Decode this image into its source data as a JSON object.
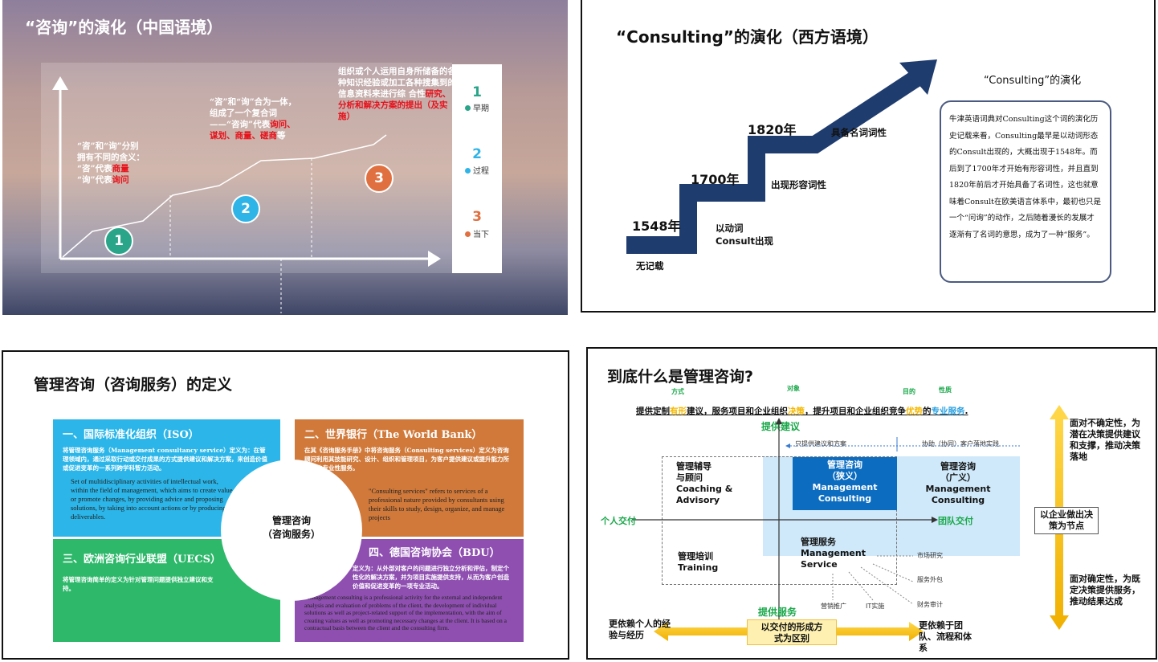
{
  "tl": {
    "title": "“咨询”的演化（中国语境）",
    "stage1": {
      "l1": "“咨”和“询”分别",
      "l2": "拥有不同的含义：",
      "l3a": "“咨”代表",
      "l3b": "商量",
      "l4a": "“询”代表",
      "l4b": "询问"
    },
    "stage2": {
      "a": "“咨”和“询”合为一体，组成了一个复合词——“咨询”代表",
      "b": "询问、谋划、商量、磋商",
      "c": "等"
    },
    "stage3": {
      "a": "组织或个人运用自身所储备的各种知识经验或加工各种搜集到的信息资料来进行综 合性",
      "b": "研究、分析和解决方案的提出（及实施）"
    },
    "circles": [
      "1",
      "2",
      "3"
    ],
    "legend": [
      {
        "num": "1",
        "label": "早期",
        "color": "#2aa58a"
      },
      {
        "num": "2",
        "label": "过程",
        "color": "#2fb4e8"
      },
      {
        "num": "3",
        "label": "当下",
        "color": "#e07040"
      }
    ]
  },
  "tr": {
    "title": "“Consulting”的演化（西方语境）",
    "years": [
      "1548年",
      "1700年",
      "1820年"
    ],
    "labels": {
      "none": "无记载",
      "verb1": "以动词",
      "verb2": "Consult出现",
      "adj": "出现形容词性",
      "noun": "具备名词词性"
    },
    "box_title": "“Consulting”的演化",
    "box_text": "牛津英语词典对Consulting这个词的演化历史记载来看，Consulting最早是以动词形态的Consult出现的，大概出现于1548年。而后到了1700年才开始有形容词性，并且直到1820年前后才开始具备了名词性，这也就意味着Consult在欧美语言体系中，最初也只是一个“问询”的动作，之后随着漫长的发展才逐渐有了名词的意思，成为了一种“服务”。",
    "color": "#1f3c6e"
  },
  "bl": {
    "title": "管理咨询（咨询服务）的定义",
    "center": [
      "管理咨询",
      "（咨询服务）"
    ],
    "cards": [
      {
        "title": "一、国际标准化组织（ISO）",
        "cn": "将管理咨询服务（Management consultancy service）定义为：在管理领域内，通过采取行动或交付成果的方式提供建议和解决方案，来创造价值或促进变革的一系列跨学科智力活动。",
        "en": "Set of multidisciplinary activities of intellectual work, within the field of management, which aims to create value or promote changes, by providing advice and proposing solutions, by taking into account actions or by producing deliverables.",
        "color": "#2bb5e8"
      },
      {
        "title": "二、世界银行（The World Bank）",
        "cn": "在其《咨询服务手册》中将咨询服务（Consulting services）定义为咨询顾问利用其技能研究、设计、组织和管理项目，为客户提供建议或提升能力所提供的专业性服务。",
        "en": "\"Consulting services\" refers to services of a professional nature provided by consultants using their skills to study, design, organize, and manage projects",
        "color": "#d0793a"
      },
      {
        "title": "三、欧洲咨询行业联盟（UECS）",
        "cn": "将管理咨询简单的定义为针对管理问题提供独立建议和支持。",
        "en": "",
        "color": "#2db86a"
      },
      {
        "title": "四、德国咨询协会（BDU）",
        "cn": "定义为：从外部对客户的问题进行独立分析和评估，制定个性化的解决方案，并为项目实施提供支持，从而为客户创造价值和促进变革的一项专业活动。",
        "en": "Management consulting is a professional activity for the external and independent analysis and evaluation of problems of the client, the development of individual solutions as well as project-related support of the implementation, with the aim of creating values as well as promoting necessary changes at the client. It is based on a contractual basis between the client and the consulting firm.",
        "color": "#8e4fb0"
      }
    ]
  },
  "br": {
    "title": "到底什么是管理咨询?",
    "tags": [
      "方式",
      "对象",
      "目的",
      "性质"
    ],
    "sentence": {
      "a": "提供定制",
      "b": "有形",
      "c": "建议，服务项目和企业组织",
      "d": "决策",
      "e": "，提升项目和企业组织竞争",
      "f": "优势",
      "g": "的",
      "h": "专业服务",
      "i": "."
    },
    "advice": "提供建议",
    "service": "提供服务",
    "only_advice": "只提供建议和方案",
    "assist": "协助（协同）客户落地实践",
    "narrow": [
      "管理咨询",
      "（狭义）",
      "Management",
      "Consulting"
    ],
    "broad": [
      "管理咨询",
      "（广义）",
      "Management",
      "Consulting"
    ],
    "coaching": [
      "管理辅导",
      "与顾问",
      "Coaching &",
      "Advisory"
    ],
    "training": [
      "管理培训",
      "Training"
    ],
    "mservice": [
      "管理服务",
      "Management",
      "Service"
    ],
    "individual": "个人交付",
    "team": "团队交付",
    "subs": [
      "市场研究",
      "服务外包",
      "财务审计",
      "营销推广",
      "IT实施"
    ],
    "right_top": "面对不确定性，为潜在决策提供建议和支撑，推动决策落地",
    "right_mid": "以企业做出决策为节点",
    "right_bot": "面对确定性，为既定决策提供服务，推动结果达成",
    "bottom_left": "更依赖个人的经验与经历",
    "bottom_mid": "以交付的形成方式为区别",
    "bottom_right": "更依赖于团队、流程和体系"
  }
}
